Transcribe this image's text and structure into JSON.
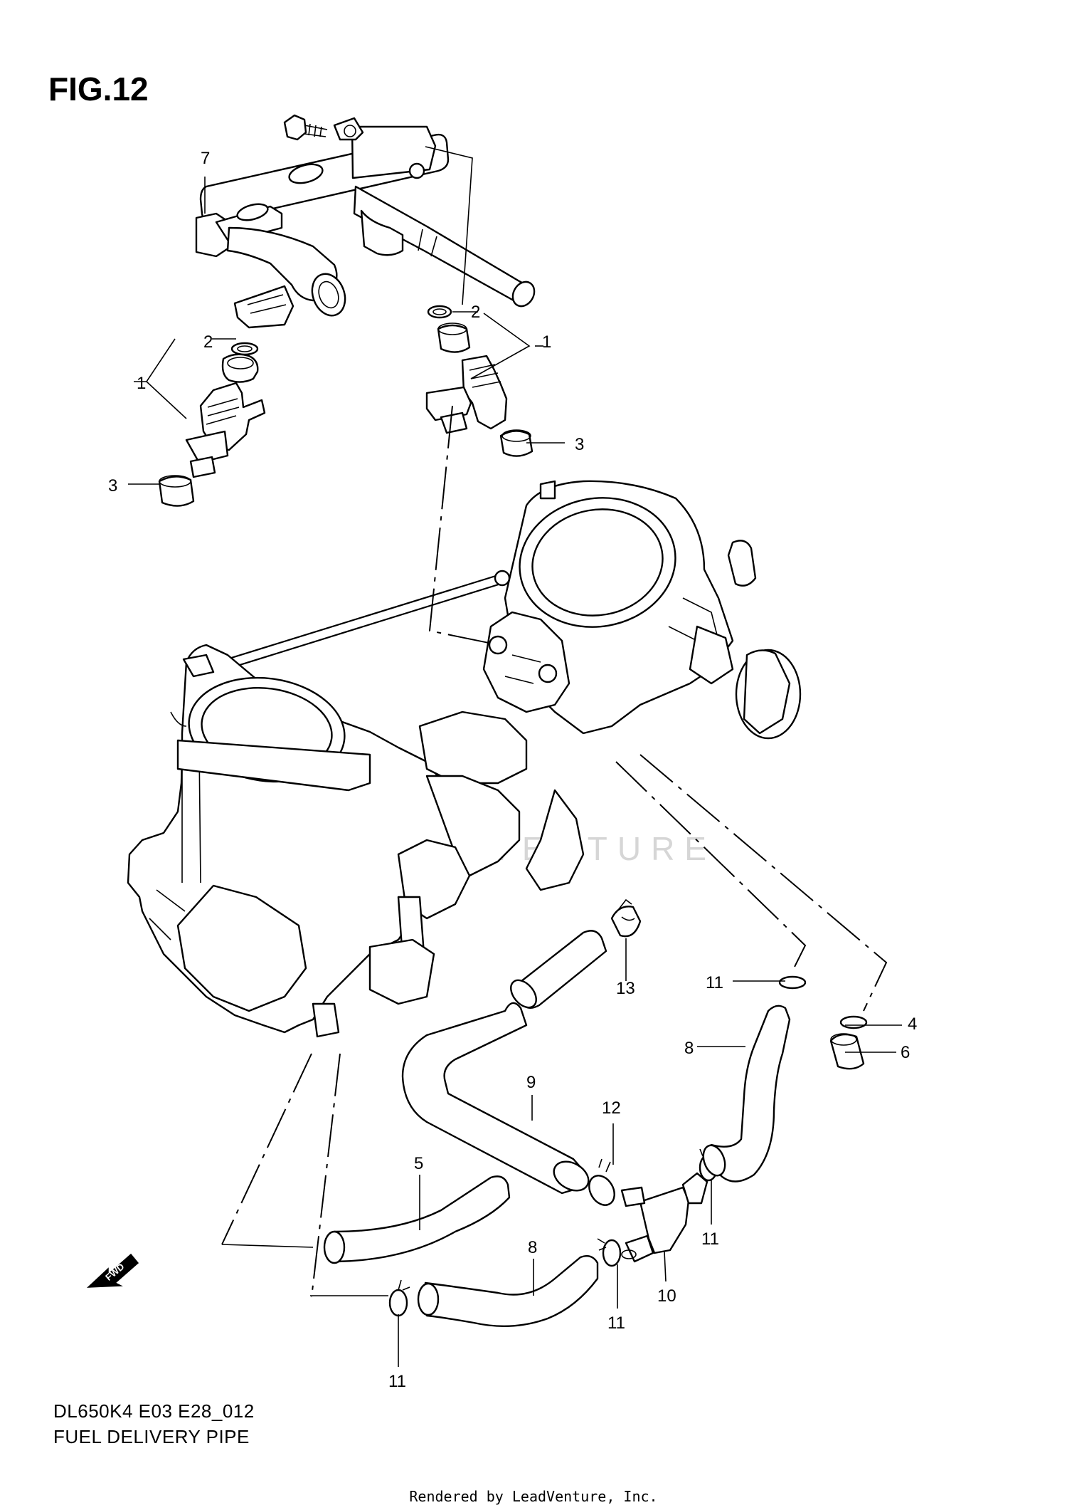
{
  "figure": {
    "label": "FIG.12",
    "model_code": "DL650K4 E03 E28_012",
    "title": "FUEL DELIVERY PIPE",
    "rendered_by": "Rendered by LeadVenture, Inc.",
    "watermark": "LEADVENTURE",
    "fwd_label": "FWD"
  },
  "callouts": [
    {
      "id": "c7",
      "text": "7"
    },
    {
      "id": "c2a",
      "text": "2"
    },
    {
      "id": "c1a",
      "text": "1"
    },
    {
      "id": "c3a",
      "text": "3"
    },
    {
      "id": "c2b",
      "text": "2"
    },
    {
      "id": "c1b",
      "text": "1"
    },
    {
      "id": "c3b",
      "text": "3"
    },
    {
      "id": "c13",
      "text": "13"
    },
    {
      "id": "c11a",
      "text": "11"
    },
    {
      "id": "c4",
      "text": "4"
    },
    {
      "id": "c6",
      "text": "6"
    },
    {
      "id": "c8a",
      "text": "8"
    },
    {
      "id": "c9",
      "text": "9"
    },
    {
      "id": "c12",
      "text": "12"
    },
    {
      "id": "c5",
      "text": "5"
    },
    {
      "id": "c11b",
      "text": "11"
    },
    {
      "id": "c8b",
      "text": "8"
    },
    {
      "id": "c10",
      "text": "10"
    },
    {
      "id": "c11c",
      "text": "11"
    },
    {
      "id": "c11d",
      "text": "11"
    }
  ]
}
